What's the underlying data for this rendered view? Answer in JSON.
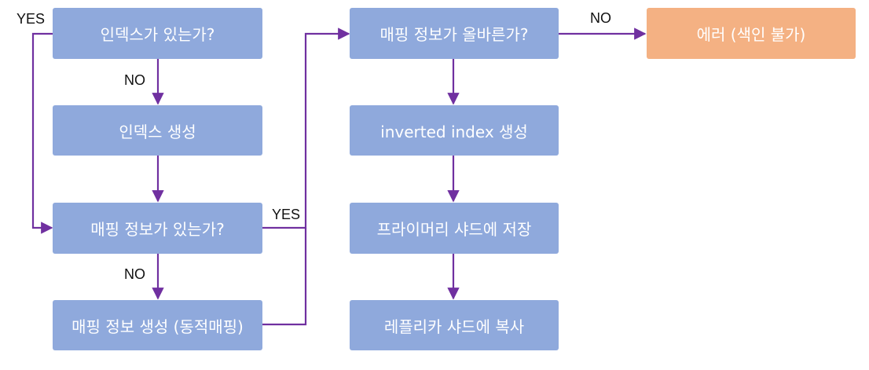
{
  "nodes": {
    "has_index": "인덱스가 있는가?",
    "create_index": "인덱스 생성",
    "has_mapping": "매핑 정보가 있는가?",
    "create_mapping": "매핑 정보 생성 (동적매핑)",
    "mapping_valid": "매핑 정보가 올바른가?",
    "inverted_index": "inverted index 생성",
    "save_primary": "프라이머리 샤드에 저장",
    "copy_replica": "레플리카 샤드에 복사",
    "error": "에러 (색인 불가)"
  },
  "edge_labels": {
    "has_index_yes": "YES",
    "has_index_no": "NO",
    "has_mapping_yes": "YES",
    "has_mapping_no": "NO",
    "mapping_valid_no": "NO"
  },
  "colors": {
    "process_box": "#8fa9dc",
    "error_box": "#f4b183",
    "arrow": "#7030a0",
    "box_text": "#ffffff",
    "label_text": "#111111"
  }
}
